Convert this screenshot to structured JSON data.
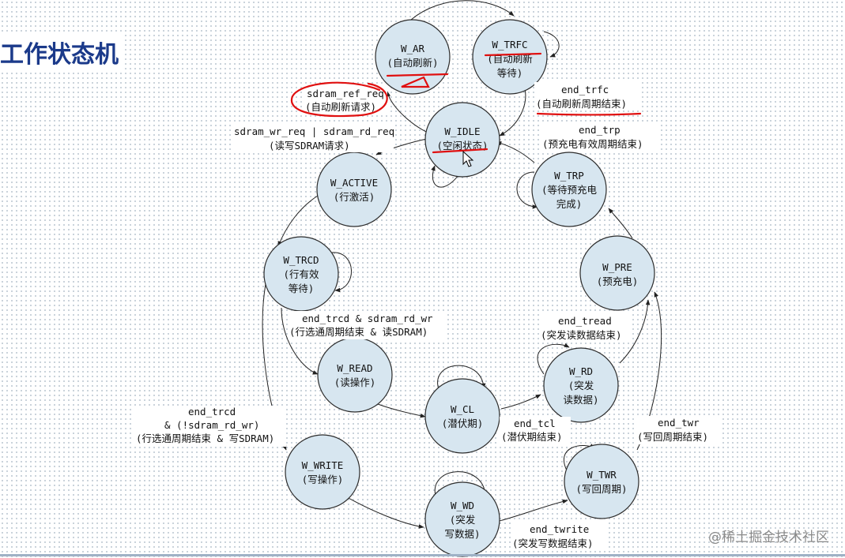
{
  "title": "工作状态机",
  "states": {
    "ar": {
      "name": "W_AR",
      "desc": "(自动刷新)"
    },
    "trfc": {
      "name": "W_TRFC",
      "desc1": "(自动刷新",
      "desc2": "等待)"
    },
    "idle": {
      "name": "W_IDLE",
      "desc": "(空闲状态)"
    },
    "active": {
      "name": "W_ACTIVE",
      "desc": "(行激活)"
    },
    "trp": {
      "name": "W_TRP",
      "desc1": "(等待预充电",
      "desc2": "完成)"
    },
    "trcd": {
      "name": "W_TRCD",
      "desc1": "(行有效",
      "desc2": "等待)"
    },
    "pre": {
      "name": "W_PRE",
      "desc": "(预充电)"
    },
    "read": {
      "name": "W_READ",
      "desc": "(读操作)"
    },
    "rd": {
      "name": "W_RD",
      "desc1": "(突发",
      "desc2": "读数据)"
    },
    "cl": {
      "name": "W_CL",
      "desc": "(潜伏期)"
    },
    "write": {
      "name": "W_WRITE",
      "desc": "(写操作)"
    },
    "twr": {
      "name": "W_TWR",
      "desc": "(写回周期)"
    },
    "wd": {
      "name": "W_WD",
      "desc1": "(突发",
      "desc2": "写数据)"
    }
  },
  "transitions": {
    "ref_req": {
      "sig": "sdram_ref_req",
      "desc": "(自动刷新请求)"
    },
    "end_trfc": {
      "sig": "end_trfc",
      "desc": "(自动刷新周期结束)"
    },
    "wr_rd_req": {
      "sig": "sdram_wr_req | sdram_rd_req",
      "desc": "(读写SDRAM请求)"
    },
    "end_trp": {
      "sig": "end_trp",
      "desc": "(预充电有效周期结束)"
    },
    "trcd_rd": {
      "sig": "end_trcd & sdram_rd_wr",
      "desc": "(行选通周期结束 & 读SDRAM)"
    },
    "end_tread": {
      "sig": "end_tread",
      "desc": "(突发读数据结束)"
    },
    "trcd_wr": {
      "sig1": "end_trcd",
      "sig2": "& (!sdram_rd_wr)",
      "desc": "(行选通周期结束 & 写SDRAM)"
    },
    "end_twr": {
      "sig": "end_twr",
      "desc": "(写回周期结束)"
    },
    "end_tcl": {
      "sig": "end_tcl",
      "desc": "(潜伏期结束)"
    },
    "end_twrite": {
      "sig": "end_twrite",
      "desc": "(突发写数据结束)"
    }
  },
  "watermark": "@稀土掘金技术社区",
  "colors": {
    "state_fill": "#d7e6f0",
    "annotation": "#e01010",
    "title": "#1b3a8a"
  }
}
